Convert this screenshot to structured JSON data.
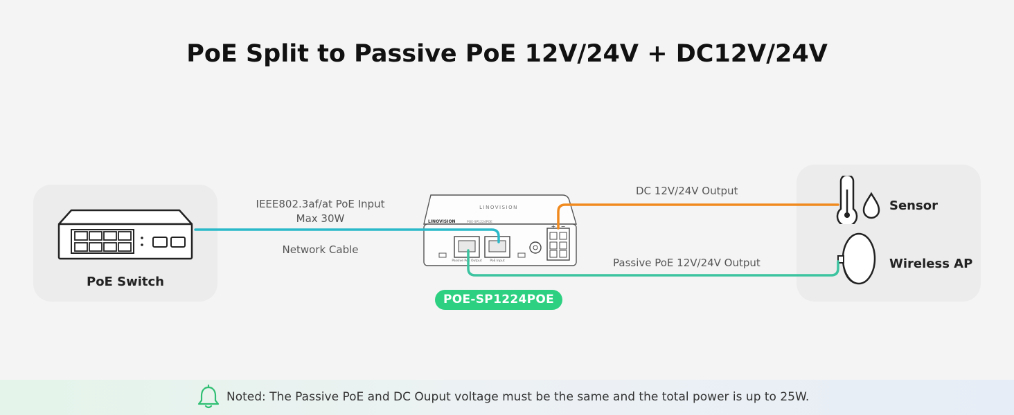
{
  "title": "PoE Split to Passive PoE 12V/24V + DC12V/24V",
  "left_device": {
    "label": "PoE Switch",
    "icon": "poe-switch-icon"
  },
  "right_devices": [
    {
      "label": "Sensor",
      "icon": "thermometer-humidity-icon"
    },
    {
      "label": "Wireless AP",
      "icon": "wireless-ap-icon"
    }
  ],
  "splitter": {
    "model": "POE-SP1224POE",
    "brand": "LINOVISION",
    "port_labels": [
      "Passive PoE Output",
      "PoE Input"
    ]
  },
  "connections": {
    "input_label_line1": "IEEE802.3af/at PoE Input",
    "input_label_line2": "Max 30W",
    "cable_label": "Network Cable",
    "dc_output_label": "DC 12V/24V Output",
    "passive_output_label": "Passive PoE 12V/24V Output"
  },
  "colors": {
    "network_cable": "#22b8d6",
    "dc_cable": "#f08a1f",
    "passive_cable": "#3cc990",
    "badge": "#2dd081"
  },
  "footer": {
    "icon": "bell-icon",
    "note": "Noted: The Passive PoE and DC Ouput voltage must be the same and the total power is up to 25W."
  }
}
